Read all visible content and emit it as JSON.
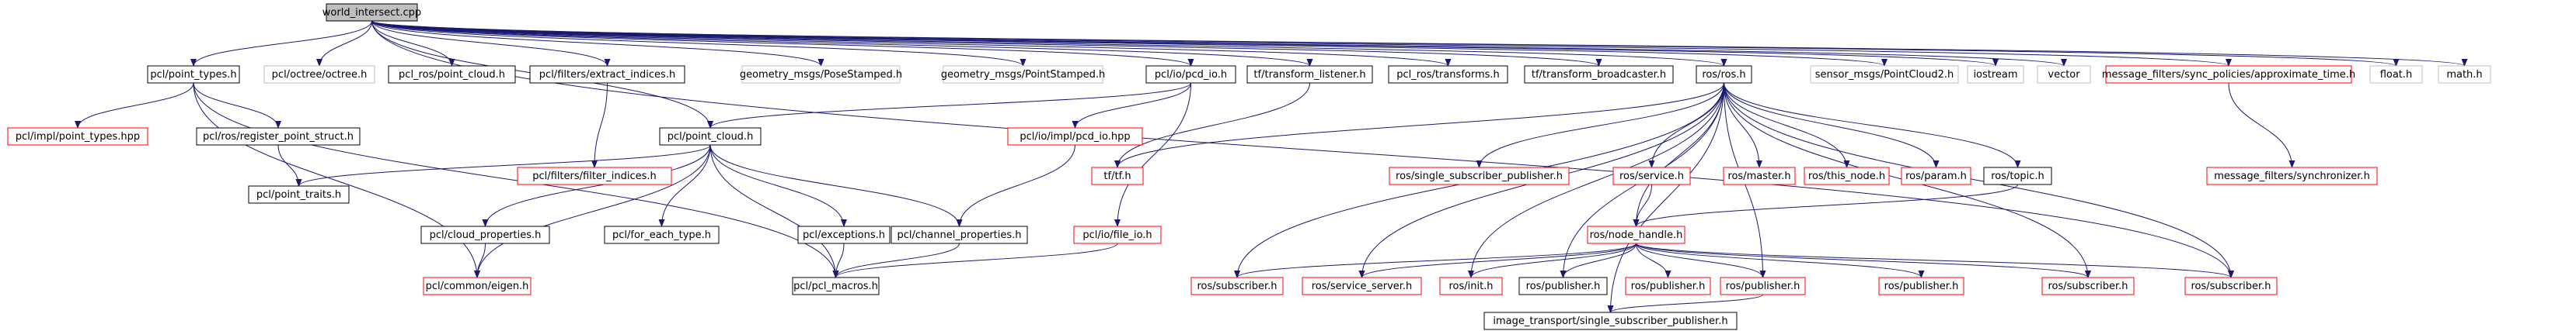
{
  "colors": {
    "root_fill": "#bfbfbf",
    "internal_border": "#000000",
    "missing_border": "#ff0000",
    "system_border": "#bfbfbf",
    "edge": "#191970",
    "text": "#000000"
  },
  "nodes": [
    {
      "id": "world_intersect",
      "label": "world_intersect.cpp",
      "kind": "root"
    },
    {
      "id": "pcl_point_types",
      "label": "pcl/point_types.h",
      "kind": "internal"
    },
    {
      "id": "pcl_octree",
      "label": "pcl/octree/octree.h",
      "kind": "system"
    },
    {
      "id": "pcl_ros_point_cloud",
      "label": "pcl_ros/point_cloud.h",
      "kind": "internal"
    },
    {
      "id": "pcl_filters_extract",
      "label": "pcl/filters/extract_indices.h",
      "kind": "internal"
    },
    {
      "id": "geo_pose_stamped",
      "label": "geometry_msgs/PoseStamped.h",
      "kind": "system"
    },
    {
      "id": "geo_point_stamped",
      "label": "geometry_msgs/PointStamped.h",
      "kind": "system"
    },
    {
      "id": "pcl_io_pcd_io",
      "label": "pcl/io/pcd_io.h",
      "kind": "internal"
    },
    {
      "id": "tf_transform_listener",
      "label": "tf/transform_listener.h",
      "kind": "internal"
    },
    {
      "id": "pcl_ros_transforms",
      "label": "pcl_ros/transforms.h",
      "kind": "internal"
    },
    {
      "id": "tf_transform_broadcaster",
      "label": "tf/transform_broadcaster.h",
      "kind": "internal"
    },
    {
      "id": "ros_ros",
      "label": "ros/ros.h",
      "kind": "internal"
    },
    {
      "id": "sensor_pc2",
      "label": "sensor_msgs/PointCloud2.h",
      "kind": "system"
    },
    {
      "id": "iostream",
      "label": "iostream",
      "kind": "system"
    },
    {
      "id": "vector",
      "label": "vector",
      "kind": "system"
    },
    {
      "id": "mf_approx",
      "label": "message_filters/sync_policies/approximate_time.h",
      "kind": "missing"
    },
    {
      "id": "float_h",
      "label": "float.h",
      "kind": "system"
    },
    {
      "id": "math_h",
      "label": "math.h",
      "kind": "system"
    },
    {
      "id": "pcl_impl_point_types",
      "label": "pcl/impl/point_types.hpp",
      "kind": "missing"
    },
    {
      "id": "pcl_ros_register",
      "label": "pcl/ros/register_point_struct.h",
      "kind": "internal"
    },
    {
      "id": "pcl_point_cloud",
      "label": "pcl/point_cloud.h",
      "kind": "internal"
    },
    {
      "id": "pcl_filters_filter_indices",
      "label": "pcl/filters/filter_indices.h",
      "kind": "missing"
    },
    {
      "id": "pcl_io_impl_pcd_io",
      "label": "pcl/io/impl/pcd_io.hpp",
      "kind": "missing"
    },
    {
      "id": "tf_tf",
      "label": "tf/tf.h",
      "kind": "missing"
    },
    {
      "id": "ros_single_sub_pub",
      "label": "ros/single_subscriber_publisher.h",
      "kind": "missing"
    },
    {
      "id": "ros_service",
      "label": "ros/service.h",
      "kind": "missing"
    },
    {
      "id": "ros_master",
      "label": "ros/master.h",
      "kind": "missing"
    },
    {
      "id": "ros_this_node",
      "label": "ros/this_node.h",
      "kind": "missing"
    },
    {
      "id": "ros_param",
      "label": "ros/param.h",
      "kind": "missing"
    },
    {
      "id": "ros_topic",
      "label": "ros/topic.h",
      "kind": "internal"
    },
    {
      "id": "mf_synchronizer",
      "label": "message_filters/synchronizer.h",
      "kind": "missing"
    },
    {
      "id": "pcl_point_traits",
      "label": "pcl/point_traits.h",
      "kind": "internal"
    },
    {
      "id": "pcl_cloud_properties",
      "label": "pcl/cloud_properties.h",
      "kind": "internal"
    },
    {
      "id": "pcl_for_each_type",
      "label": "pcl/for_each_type.h",
      "kind": "internal"
    },
    {
      "id": "pcl_exceptions",
      "label": "pcl/exceptions.h",
      "kind": "internal"
    },
    {
      "id": "pcl_channel_properties",
      "label": "pcl/channel_properties.h",
      "kind": "internal"
    },
    {
      "id": "pcl_io_file_io",
      "label": "pcl/io/file_io.h",
      "kind": "missing"
    },
    {
      "id": "ros_node_handle",
      "label": "ros/node_handle.h",
      "kind": "missing"
    },
    {
      "id": "pcl_common_eigen",
      "label": "pcl/common/eigen.h",
      "kind": "missing"
    },
    {
      "id": "pcl_pcl_macros",
      "label": "pcl/pcl_macros.h",
      "kind": "internal"
    },
    {
      "id": "ros_subscriber_a",
      "label": "ros/subscriber.h",
      "kind": "missing"
    },
    {
      "id": "ros_service_server",
      "label": "ros/service_server.h",
      "kind": "missing"
    },
    {
      "id": "ros_init",
      "label": "ros/init.h",
      "kind": "missing"
    },
    {
      "id": "ros_publisher_int",
      "label": "ros/publisher.h",
      "kind": "internal"
    },
    {
      "id": "ros_publisher_b",
      "label": "ros/publisher.h",
      "kind": "missing"
    },
    {
      "id": "ros_publisher_c",
      "label": "ros/publisher.h",
      "kind": "missing"
    },
    {
      "id": "ros_publisher_d",
      "label": "ros/publisher.h",
      "kind": "missing"
    },
    {
      "id": "ros_subscriber_b",
      "label": "ros/subscriber.h",
      "kind": "missing"
    },
    {
      "id": "ros_subscriber_c",
      "label": "ros/subscriber.h",
      "kind": "missing"
    },
    {
      "id": "image_transport_ssp",
      "label": "image_transport/single_subscriber_publisher.h",
      "kind": "internal"
    }
  ],
  "edges": [
    [
      "world_intersect",
      "pcl_point_types"
    ],
    [
      "world_intersect",
      "pcl_octree"
    ],
    [
      "world_intersect",
      "pcl_ros_point_cloud"
    ],
    [
      "world_intersect",
      "pcl_filters_extract"
    ],
    [
      "world_intersect",
      "geo_pose_stamped"
    ],
    [
      "world_intersect",
      "geo_point_stamped"
    ],
    [
      "world_intersect",
      "pcl_io_pcd_io"
    ],
    [
      "world_intersect",
      "tf_transform_listener"
    ],
    [
      "world_intersect",
      "pcl_ros_transforms"
    ],
    [
      "world_intersect",
      "tf_transform_broadcaster"
    ],
    [
      "world_intersect",
      "ros_ros"
    ],
    [
      "world_intersect",
      "sensor_pc2"
    ],
    [
      "world_intersect",
      "iostream"
    ],
    [
      "world_intersect",
      "vector"
    ],
    [
      "world_intersect",
      "mf_approx"
    ],
    [
      "world_intersect",
      "float_h"
    ],
    [
      "world_intersect",
      "math_h"
    ],
    [
      "world_intersect",
      "pcl_point_cloud"
    ],
    [
      "world_intersect",
      "ros_subscriber_c"
    ],
    [
      "pcl_point_types",
      "pcl_impl_point_types"
    ],
    [
      "pcl_point_types",
      "pcl_ros_register"
    ],
    [
      "pcl_point_types",
      "pcl_common_eigen"
    ],
    [
      "pcl_point_types",
      "pcl_pcl_macros"
    ],
    [
      "pcl_ros_register",
      "pcl_point_traits"
    ],
    [
      "pcl_filters_extract",
      "pcl_filters_filter_indices"
    ],
    [
      "pcl_io_pcd_io",
      "pcl_point_cloud"
    ],
    [
      "pcl_io_pcd_io",
      "pcl_io_impl_pcd_io"
    ],
    [
      "pcl_io_pcd_io",
      "pcl_io_file_io"
    ],
    [
      "pcl_io_impl_pcd_io",
      "pcl_channel_properties"
    ],
    [
      "pcl_io_file_io",
      "pcl_pcl_macros"
    ],
    [
      "tf_transform_listener",
      "tf_tf"
    ],
    [
      "pcl_point_cloud",
      "pcl_point_traits"
    ],
    [
      "pcl_point_cloud",
      "pcl_cloud_properties"
    ],
    [
      "pcl_point_cloud",
      "pcl_for_each_type"
    ],
    [
      "pcl_point_cloud",
      "pcl_exceptions"
    ],
    [
      "pcl_point_cloud",
      "pcl_channel_properties"
    ],
    [
      "pcl_point_cloud",
      "pcl_common_eigen"
    ],
    [
      "pcl_point_cloud",
      "pcl_pcl_macros"
    ],
    [
      "pcl_cloud_properties",
      "pcl_common_eigen"
    ],
    [
      "pcl_exceptions",
      "pcl_pcl_macros"
    ],
    [
      "pcl_channel_properties",
      "pcl_pcl_macros"
    ],
    [
      "ros_ros",
      "tf_tf"
    ],
    [
      "ros_ros",
      "ros_single_sub_pub"
    ],
    [
      "ros_ros",
      "ros_service"
    ],
    [
      "ros_ros",
      "ros_master"
    ],
    [
      "ros_ros",
      "ros_this_node"
    ],
    [
      "ros_ros",
      "ros_param"
    ],
    [
      "ros_ros",
      "ros_topic"
    ],
    [
      "ros_ros",
      "ros_node_handle"
    ],
    [
      "ros_ros",
      "ros_subscriber_a"
    ],
    [
      "ros_ros",
      "ros_service_server"
    ],
    [
      "ros_ros",
      "ros_init"
    ],
    [
      "ros_ros",
      "ros_publisher_int"
    ],
    [
      "ros_ros",
      "ros_publisher_c"
    ],
    [
      "ros_ros",
      "ros_subscriber_b"
    ],
    [
      "ros_ros",
      "ros_subscriber_c"
    ],
    [
      "ros_ros",
      "image_transport_ssp"
    ],
    [
      "ros_service",
      "ros_node_handle"
    ],
    [
      "ros_topic",
      "ros_node_handle"
    ],
    [
      "ros_node_handle",
      "ros_subscriber_a"
    ],
    [
      "ros_node_handle",
      "ros_service_server"
    ],
    [
      "ros_node_handle",
      "ros_init"
    ],
    [
      "ros_node_handle",
      "ros_publisher_int"
    ],
    [
      "ros_node_handle",
      "ros_publisher_b"
    ],
    [
      "ros_node_handle",
      "ros_publisher_c"
    ],
    [
      "ros_node_handle",
      "ros_publisher_d"
    ],
    [
      "ros_node_handle",
      "ros_subscriber_b"
    ],
    [
      "ros_node_handle",
      "ros_subscriber_c"
    ],
    [
      "ros_publisher_c",
      "image_transport_ssp"
    ],
    [
      "mf_approx",
      "mf_synchronizer"
    ]
  ]
}
